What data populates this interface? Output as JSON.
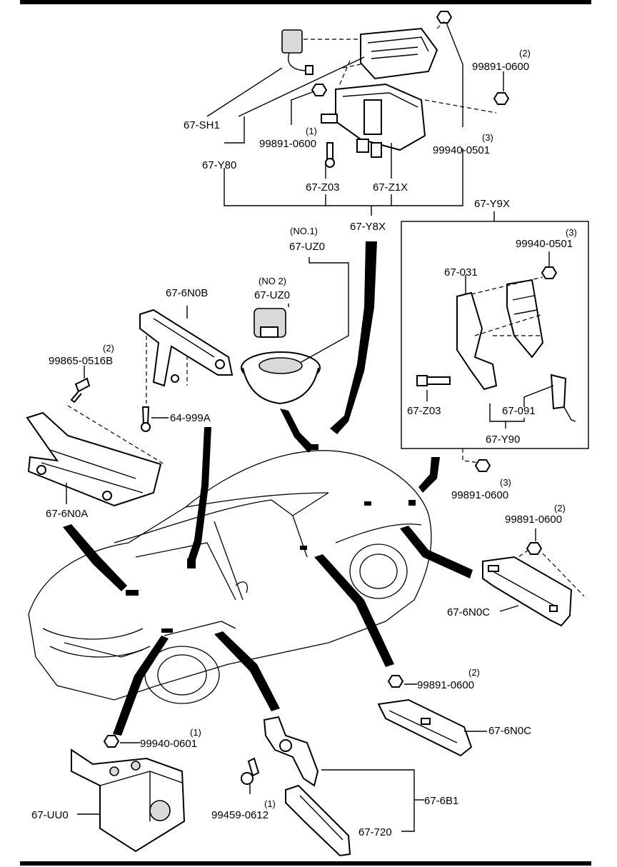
{
  "labels": {
    "sh1": "67-SH1",
    "y80": "67-Y80",
    "n0600_a": "99891-0600",
    "n0600_a_qty": "(1)",
    "n0600_b": "99891-0600",
    "n0600_b_qty": "(2)",
    "n0501_a": "99940-0501",
    "n0501_a_qty": "(3)",
    "z03_a": "67-Z03",
    "z1x": "67-Z1X",
    "y8x": "67-Y8X",
    "no1": "(NO.1)",
    "uz0_1": "67-UZ0",
    "no2": "(NO 2)",
    "uz0_2": "67-UZ0",
    "n0b": "67-6N0B",
    "s0516": "99865-0516B",
    "s0516_qty": "(2)",
    "s999a": "64-999A",
    "n0a": "67-6N0A",
    "y9x": "67-Y9X",
    "n0501_b": "99940-0501",
    "n0501_b_qty": "(3)",
    "p031": "67-031",
    "z03_b": "67-Z03",
    "p091": "67-091",
    "y90": "67-Y90",
    "n0600_c": "99891-0600",
    "n0600_c_qty": "(3)",
    "n0600_d": "99891-0600",
    "n0600_d_qty": "(2)",
    "n0c_1": "67-6N0C",
    "n0600_e": "99891-0600",
    "n0600_e_qty": "(2)",
    "n0c_2": "67-6N0C",
    "n0601": "99940-0601",
    "n0601_qty": "(1)",
    "uu0": "67-UU0",
    "b0612": "99459-0612",
    "b0612_qty": "(1)",
    "b1": "67-6B1",
    "p720": "67-720"
  }
}
